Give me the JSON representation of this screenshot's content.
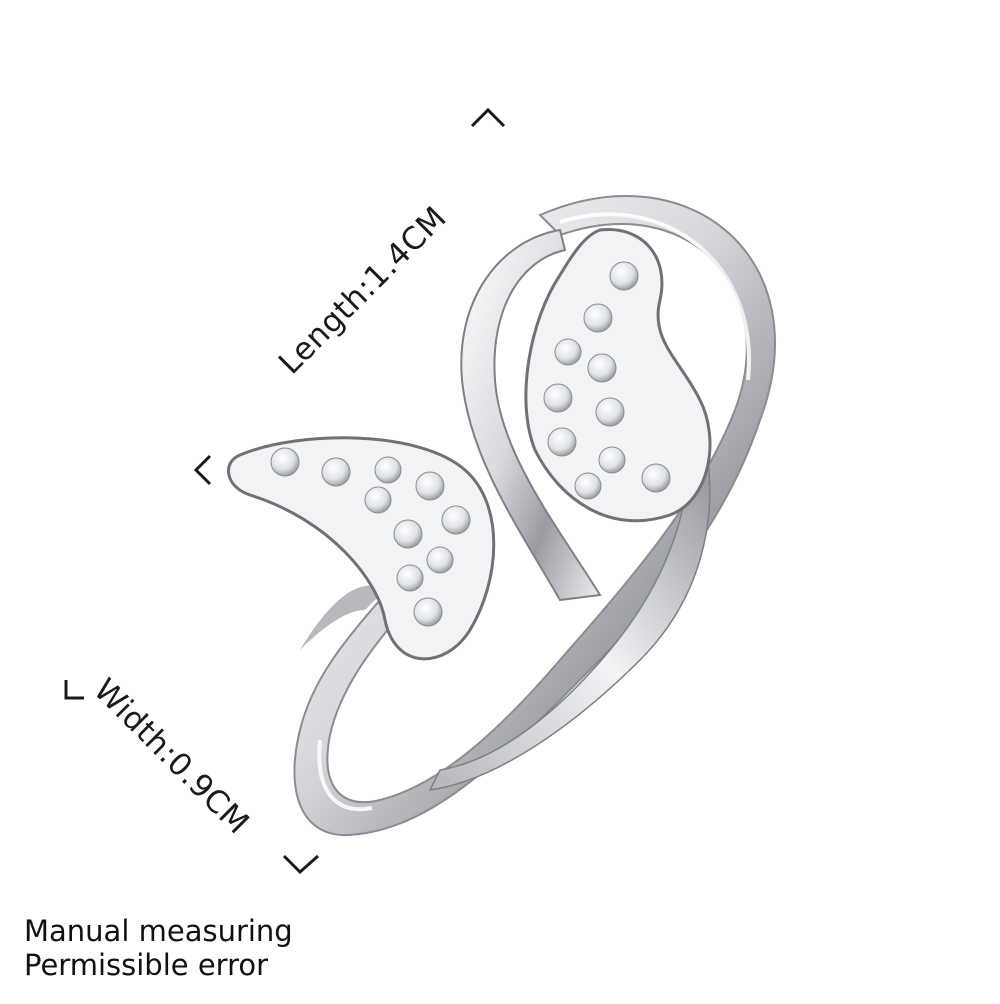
{
  "dimensions": {
    "length_label": "Length:1.4CM",
    "width_label": "Width:0.9CM"
  },
  "notes": {
    "line1": "Manual measuring",
    "line2": "Permissible error"
  },
  "colors": {
    "silver_light": "#f4f4f6",
    "silver_mid": "#c9cacf",
    "silver_dark": "#7e8087",
    "gem": "#e9ecf1"
  }
}
